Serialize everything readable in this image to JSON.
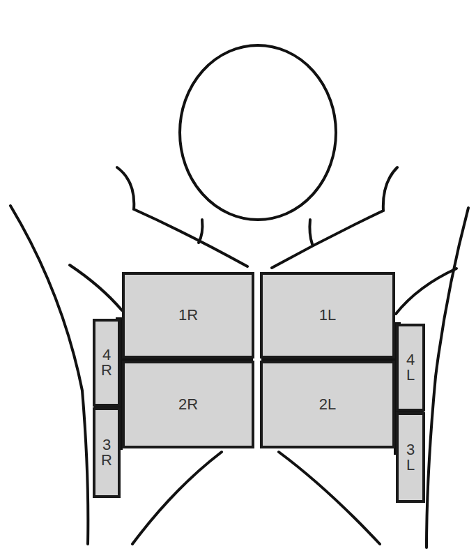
{
  "diagram": {
    "nodes": [
      {
        "text": [
          "1R"
        ]
      },
      {
        "text": [
          "1L"
        ]
      },
      {
        "text": [
          "4R"
        ]
      },
      {
        "text": [
          "4L"
        ]
      },
      {
        "text": [
          "2R"
        ]
      },
      {
        "text": [
          "2L"
        ]
      },
      {
        "text": [
          "3R"
        ]
      },
      {
        "text": [
          "3L"
        ]
      }
    ]
  }
}
